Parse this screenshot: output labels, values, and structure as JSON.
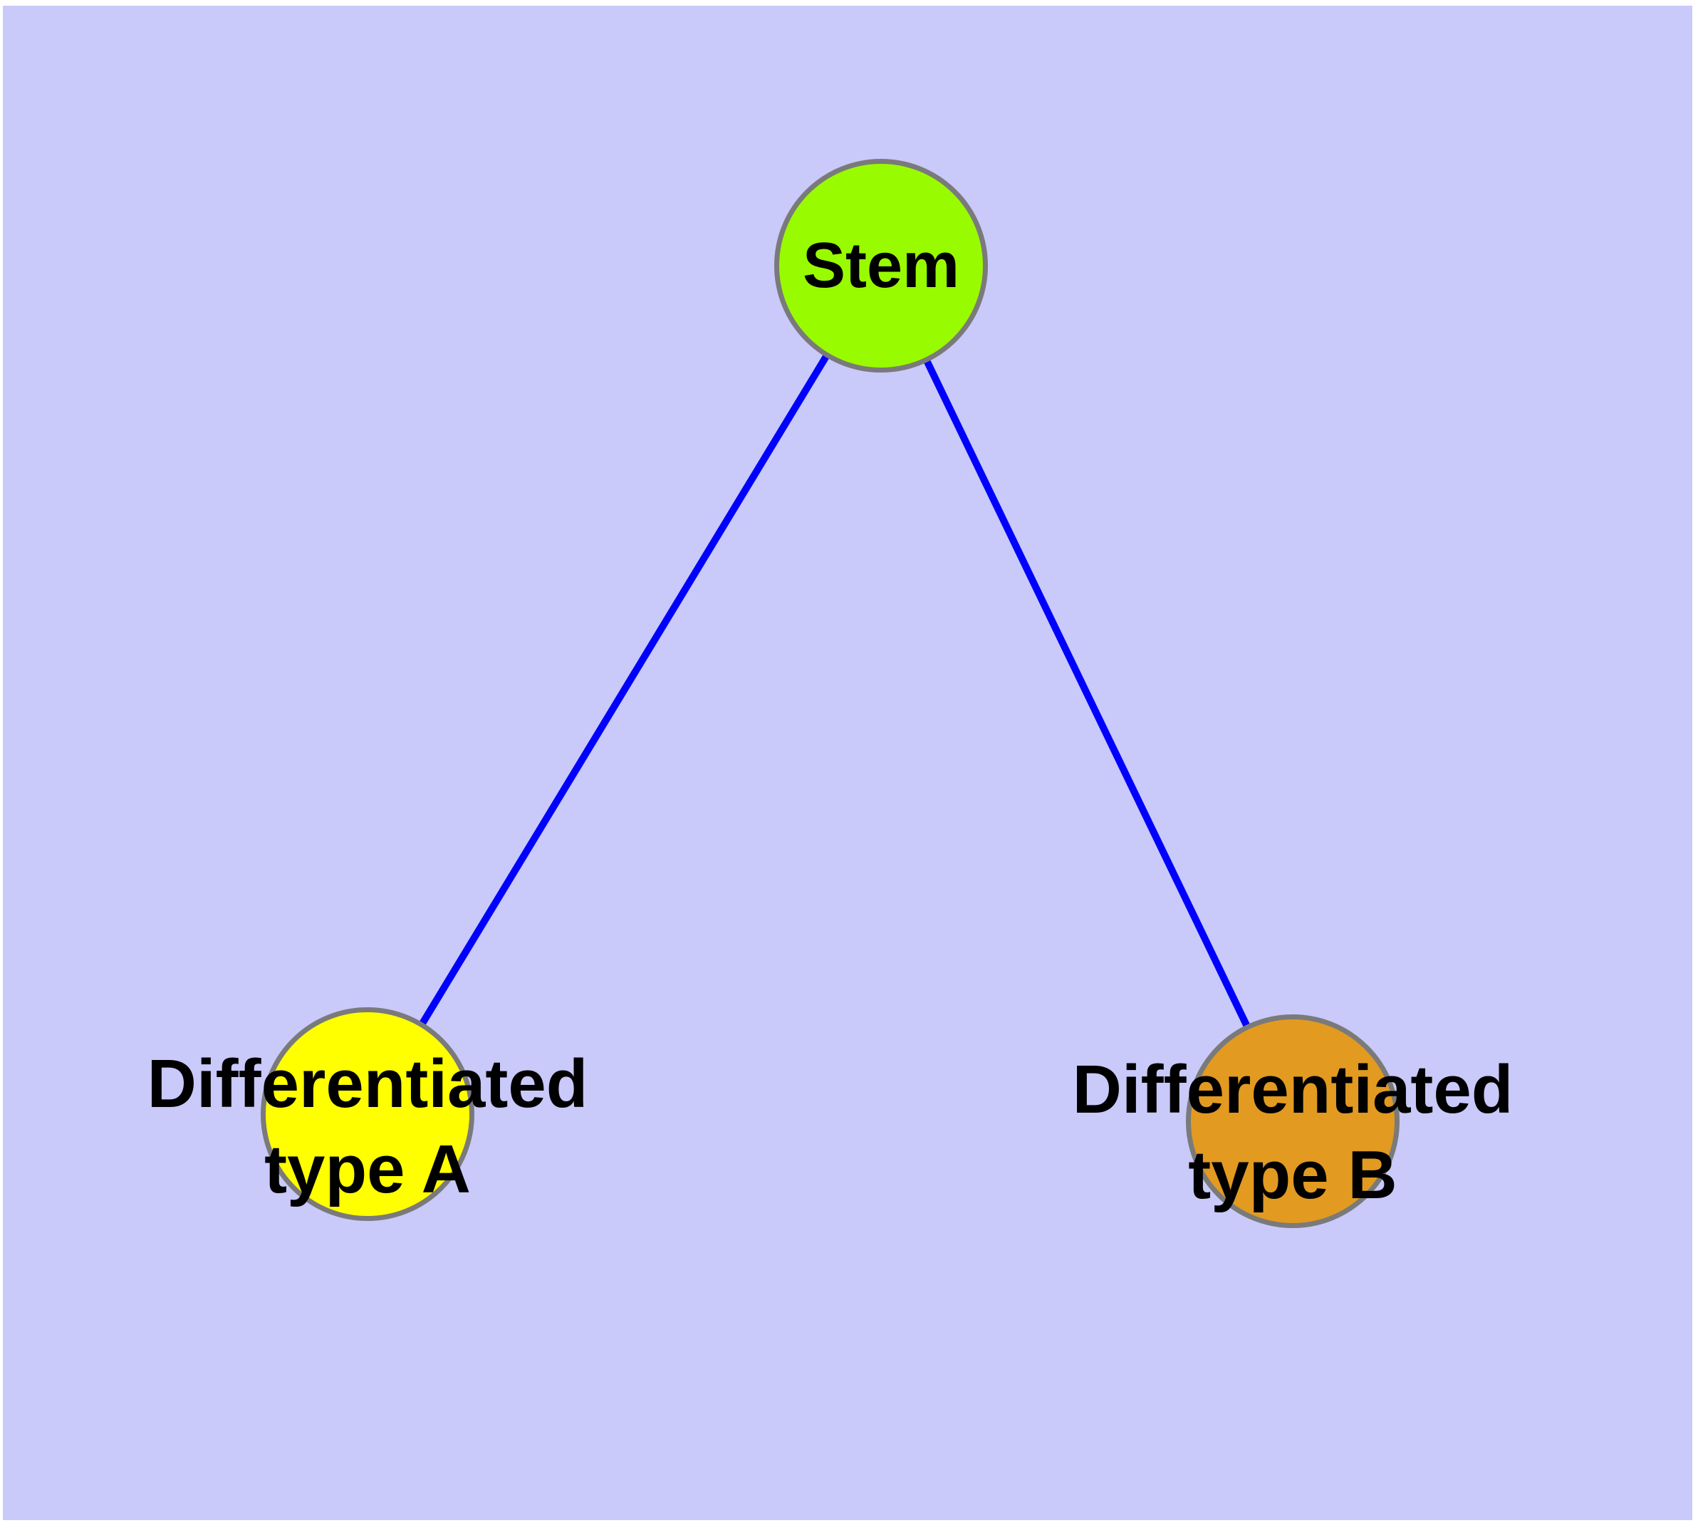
{
  "diagram": {
    "background_color": "#C9C9FA",
    "edge_color": "#0000FF",
    "node_border_color": "#7A7A7A",
    "nodes": {
      "stem": {
        "label": "Stem",
        "fill": "#99FB00"
      },
      "type_a": {
        "label": "Differentiated type A",
        "line1": "Differentiated",
        "line2": "type A",
        "fill": "#FFFF00"
      },
      "type_b": {
        "label": "Differentiated type B",
        "line1": "Differentiated",
        "line2": "type B",
        "fill": "#E29A20"
      }
    },
    "edges": [
      {
        "from": "Stem",
        "to": "Differentiated type A"
      },
      {
        "from": "Stem",
        "to": "Differentiated type B"
      }
    ]
  }
}
